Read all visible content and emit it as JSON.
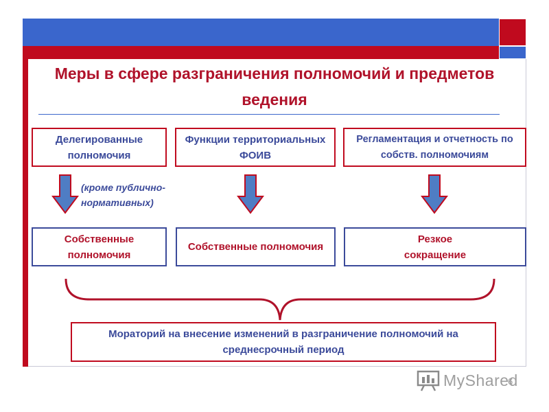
{
  "title": "Меры в сфере разграничения полномочий и предметов ведения",
  "boxes_top": [
    {
      "label": "Делегированные полномочия"
    },
    {
      "label": "Функции территориальных ФОИВ"
    },
    {
      "label": "Регламентация и отчетность по собств. полномочиям"
    }
  ],
  "note": "(кроме публично-нормативных)",
  "boxes_bottom": [
    {
      "label": "Собственные полномочия"
    },
    {
      "label": "Собственные полномочия"
    },
    {
      "label": "Резкое сокращение"
    }
  ],
  "result": "Мораторий на внесение изменений в разграничение полномочий на среднесрочный период",
  "watermark": "MyShared",
  "page_number": "6",
  "colors": {
    "blue": "#3a66cc",
    "red": "#c00a1e",
    "text_blue": "#3b4a9a",
    "text_red": "#b0122a",
    "arrow_fill": "#4f7dc4",
    "arrow_stroke": "#c00a1e"
  }
}
